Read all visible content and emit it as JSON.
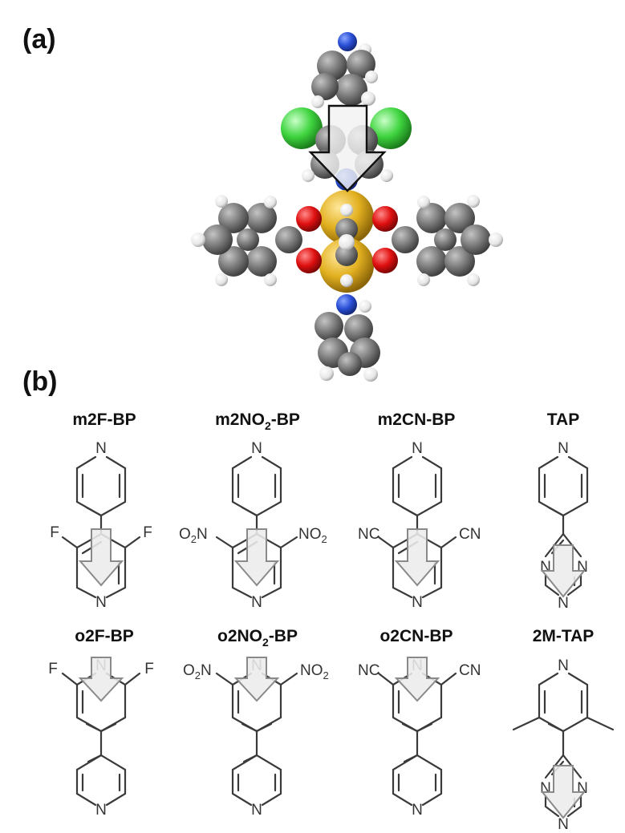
{
  "figure": {
    "panel_a_label": "(a)",
    "panel_b_label": "(b)",
    "molecules": [
      {
        "name_main": "m2F-BP",
        "name_sub": "",
        "name_tail": "",
        "top_N": "N",
        "bottom_N": "N",
        "left_sub": "F",
        "right_sub": "F"
      },
      {
        "name_main": "m2NO",
        "name_sub": "2",
        "name_tail": "-BP",
        "top_N": "N",
        "bottom_N": "N",
        "left_sub_main": "O",
        "left_sub_sub": "2",
        "left_sub_tail": "N",
        "right_sub_main": "NO",
        "right_sub_sub": "2"
      },
      {
        "name_main": "m2CN-BP",
        "name_sub": "",
        "name_tail": "",
        "top_N": "N",
        "bottom_N": "N",
        "left_sub": "NC",
        "right_sub": "CN"
      },
      {
        "name_main": "TAP",
        "name_sub": "",
        "name_tail": "",
        "top_N": "N",
        "ring_N_left": "N",
        "ring_N_right": "N",
        "ring_N_bottom": "N"
      },
      {
        "name_main": "o2F-BP",
        "name_sub": "",
        "name_tail": "",
        "top_N": "N",
        "bottom_N": "N",
        "left_sub": "F",
        "right_sub": "F"
      },
      {
        "name_main": "o2NO",
        "name_sub": "2",
        "name_tail": "-BP",
        "top_N": "N",
        "bottom_N": "N",
        "left_sub_main": "O",
        "left_sub_sub": "2",
        "left_sub_tail": "N",
        "right_sub_main": "NO",
        "right_sub_sub": "2"
      },
      {
        "name_main": "o2CN-BP",
        "name_sub": "",
        "name_tail": "",
        "top_N": "N",
        "bottom_N": "N",
        "left_sub": "NC",
        "right_sub": "CN"
      },
      {
        "name_main": "2M-TAP",
        "name_sub": "",
        "name_tail": "",
        "top_N": "N",
        "ring_N_left": "N",
        "ring_N_right": "N",
        "ring_N_bottom": "N"
      }
    ],
    "atom_colors": {
      "carbon": "#7a7a7a",
      "hydrogen": "#f2f2f2",
      "nitrogen": "#2a4fd6",
      "oxygen": "#e01010",
      "chlorine": "#3fd43f",
      "metal": "#e2b020"
    }
  }
}
